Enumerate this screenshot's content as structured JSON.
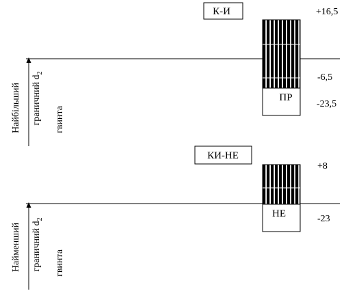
{
  "upper_diagram": {
    "gauge_label": "К-И",
    "tolerance_upper": "+16,5",
    "tolerance_mid": "-6,5",
    "tolerance_lower": "-23,5",
    "zone_label": "ПР",
    "axis_label_main": "Найбільший",
    "axis_label_line1": "граничний d",
    "axis_label_subscript": "2",
    "axis_label_line2": "гвинта"
  },
  "lower_diagram": {
    "gauge_label": "КИ-НЕ",
    "tolerance_upper": "+8",
    "tolerance_lower": "-23",
    "zone_label": "НЕ",
    "axis_label_main": "Найменший",
    "axis_label_line1": "граничний d",
    "axis_label_subscript": "2",
    "axis_label_line2": "гвинта"
  },
  "colors": {
    "line": "#000000",
    "fill": "#000000",
    "background": "#ffffff"
  }
}
